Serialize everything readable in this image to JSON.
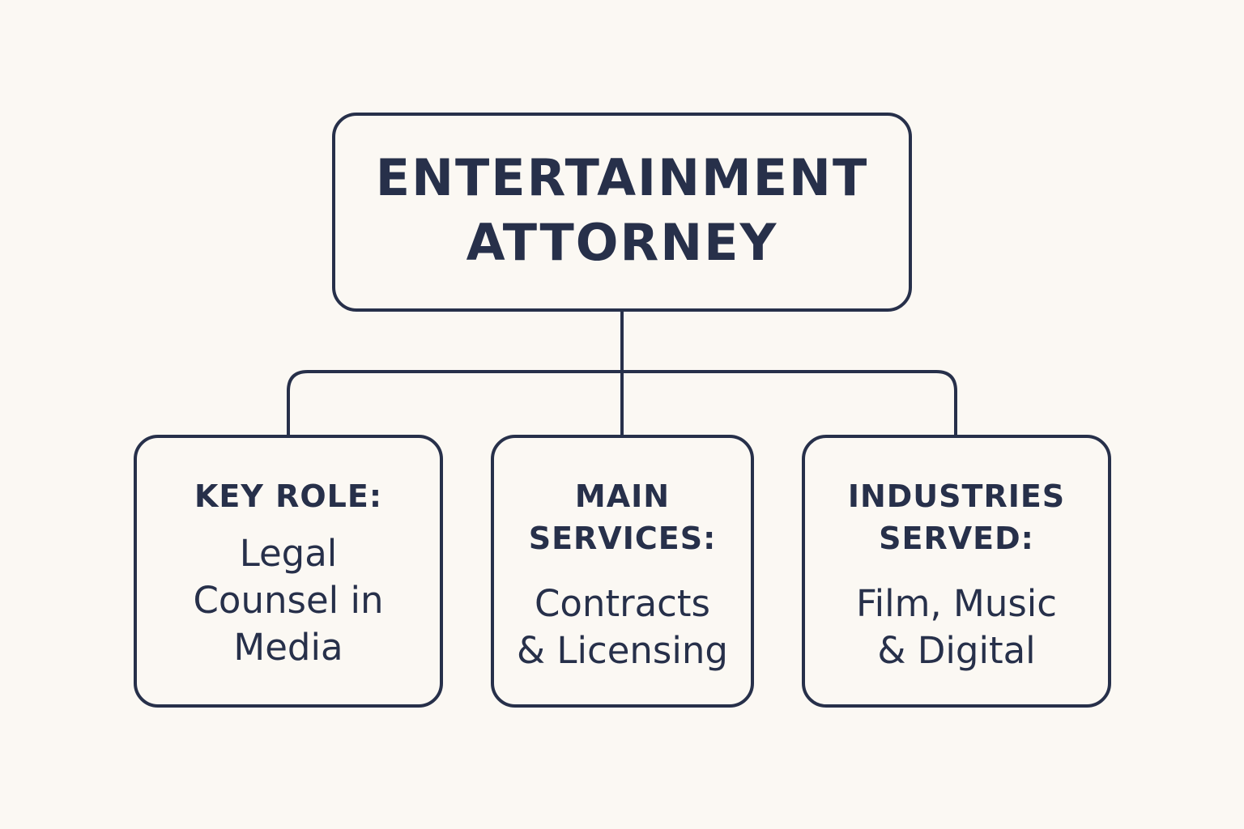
{
  "diagram": {
    "root": {
      "title": "ENTERTAINMENT\nATTORNEY"
    },
    "children": [
      {
        "heading": "KEY ROLE:",
        "body": "Legal\nCounsel in\nMedia"
      },
      {
        "heading": "MAIN\nSERVICES:",
        "body": "Contracts\n& Licensing"
      },
      {
        "heading": "INDUSTRIES\nSERVED:",
        "body": "Film, Music\n& Digital"
      }
    ]
  },
  "colors": {
    "background": "#fbf8f3",
    "stroke": "#27304a"
  }
}
